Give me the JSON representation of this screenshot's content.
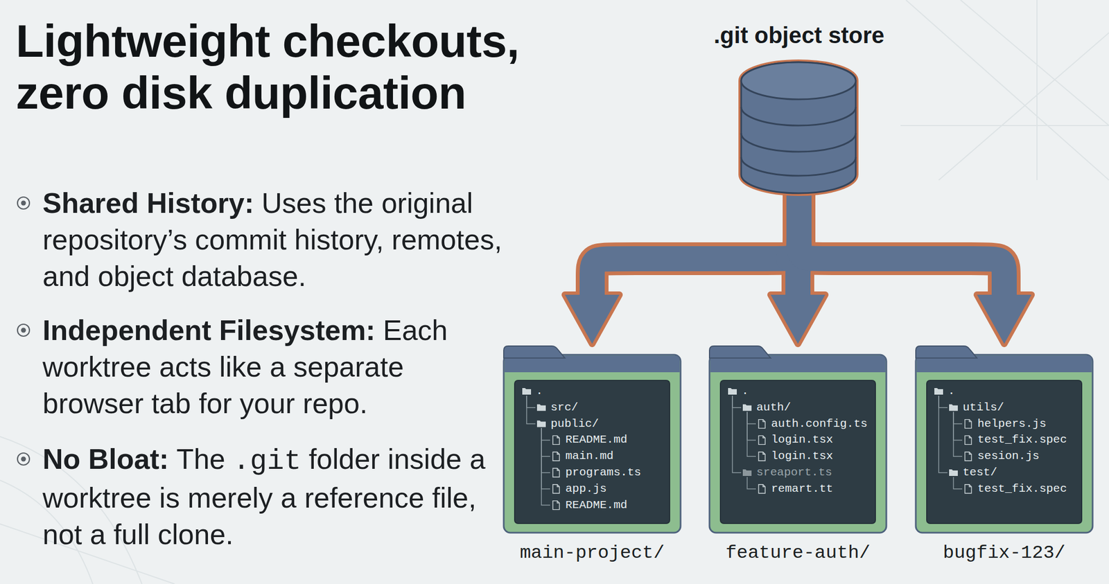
{
  "diagram": {
    "title": "Lightweight checkouts, zero disk duplication",
    "nodes": [
      {
        "text": [
          ".git object store"
        ]
      },
      {
        "text": [
          ".",
          "src/",
          "public/",
          "README.md",
          "main.md",
          "programs.ts",
          "app.js",
          "README.md",
          "main-project/"
        ]
      },
      {
        "text": [
          ".",
          "auth/",
          "auth.config.ts",
          "login.tsx",
          "login.tsx",
          "sreaport.ts",
          "remart.tt",
          "feature-auth/"
        ]
      },
      {
        "text": [
          ".",
          "utils/",
          "helpers.js",
          "test_fix.spec",
          "sesion.js",
          "test/",
          "test_fix.spec",
          "bugfix-123/"
        ]
      }
    ],
    "edges": [
      {
        "from": 0,
        "to": 1,
        "arrow": "to"
      },
      {
        "from": 0,
        "to": 2,
        "arrow": "to"
      },
      {
        "from": 0,
        "to": 3,
        "arrow": "to"
      }
    ],
    "labels": [
      "Shared History:",
      "Uses the original repository’s commit history, remotes, and object database.",
      "Independent Filesystem:",
      "Each worktree acts like a separate browser tab for your repo.",
      "No Bloat:",
      "The",
      ".git",
      "folder inside a worktree is merely a reference file, not a full clone."
    ]
  }
}
